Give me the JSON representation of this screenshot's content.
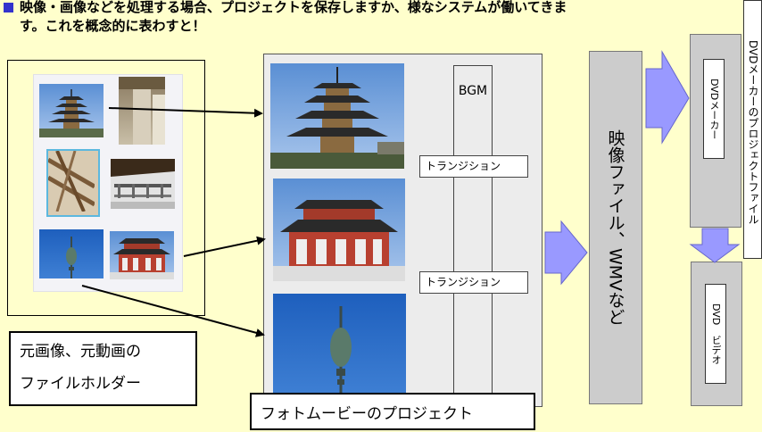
{
  "header": {
    "line1": "映像・画像などを処理する場合、プロジェクトを保存しますか、様なシステムが働いてきま",
    "line2": "す。これを概念的に表わすと！"
  },
  "folder": {
    "label_line1": "元画像、元動画の",
    "label_line2": "ファイルホルダー"
  },
  "project": {
    "label": "フォトムービーのプロジェクト",
    "bgm": "BGM",
    "transition1": "トランジション",
    "transition2": "トランジション"
  },
  "output": {
    "video_file": "映像ファイル、WMVなど",
    "dvd_maker": "DVDメーカー",
    "dvd_project_file": "DVDメーカーのプロジェクトファイル",
    "dvd_video": "DVD　ビデオ"
  },
  "colors": {
    "background": "#ffffcc",
    "bullet": "#3333cc",
    "arrow_fill": "#9999ff",
    "arrow_stroke": "#6666cc",
    "panel_gray": "#cccccc",
    "photo_frame": "#5cb8de"
  }
}
